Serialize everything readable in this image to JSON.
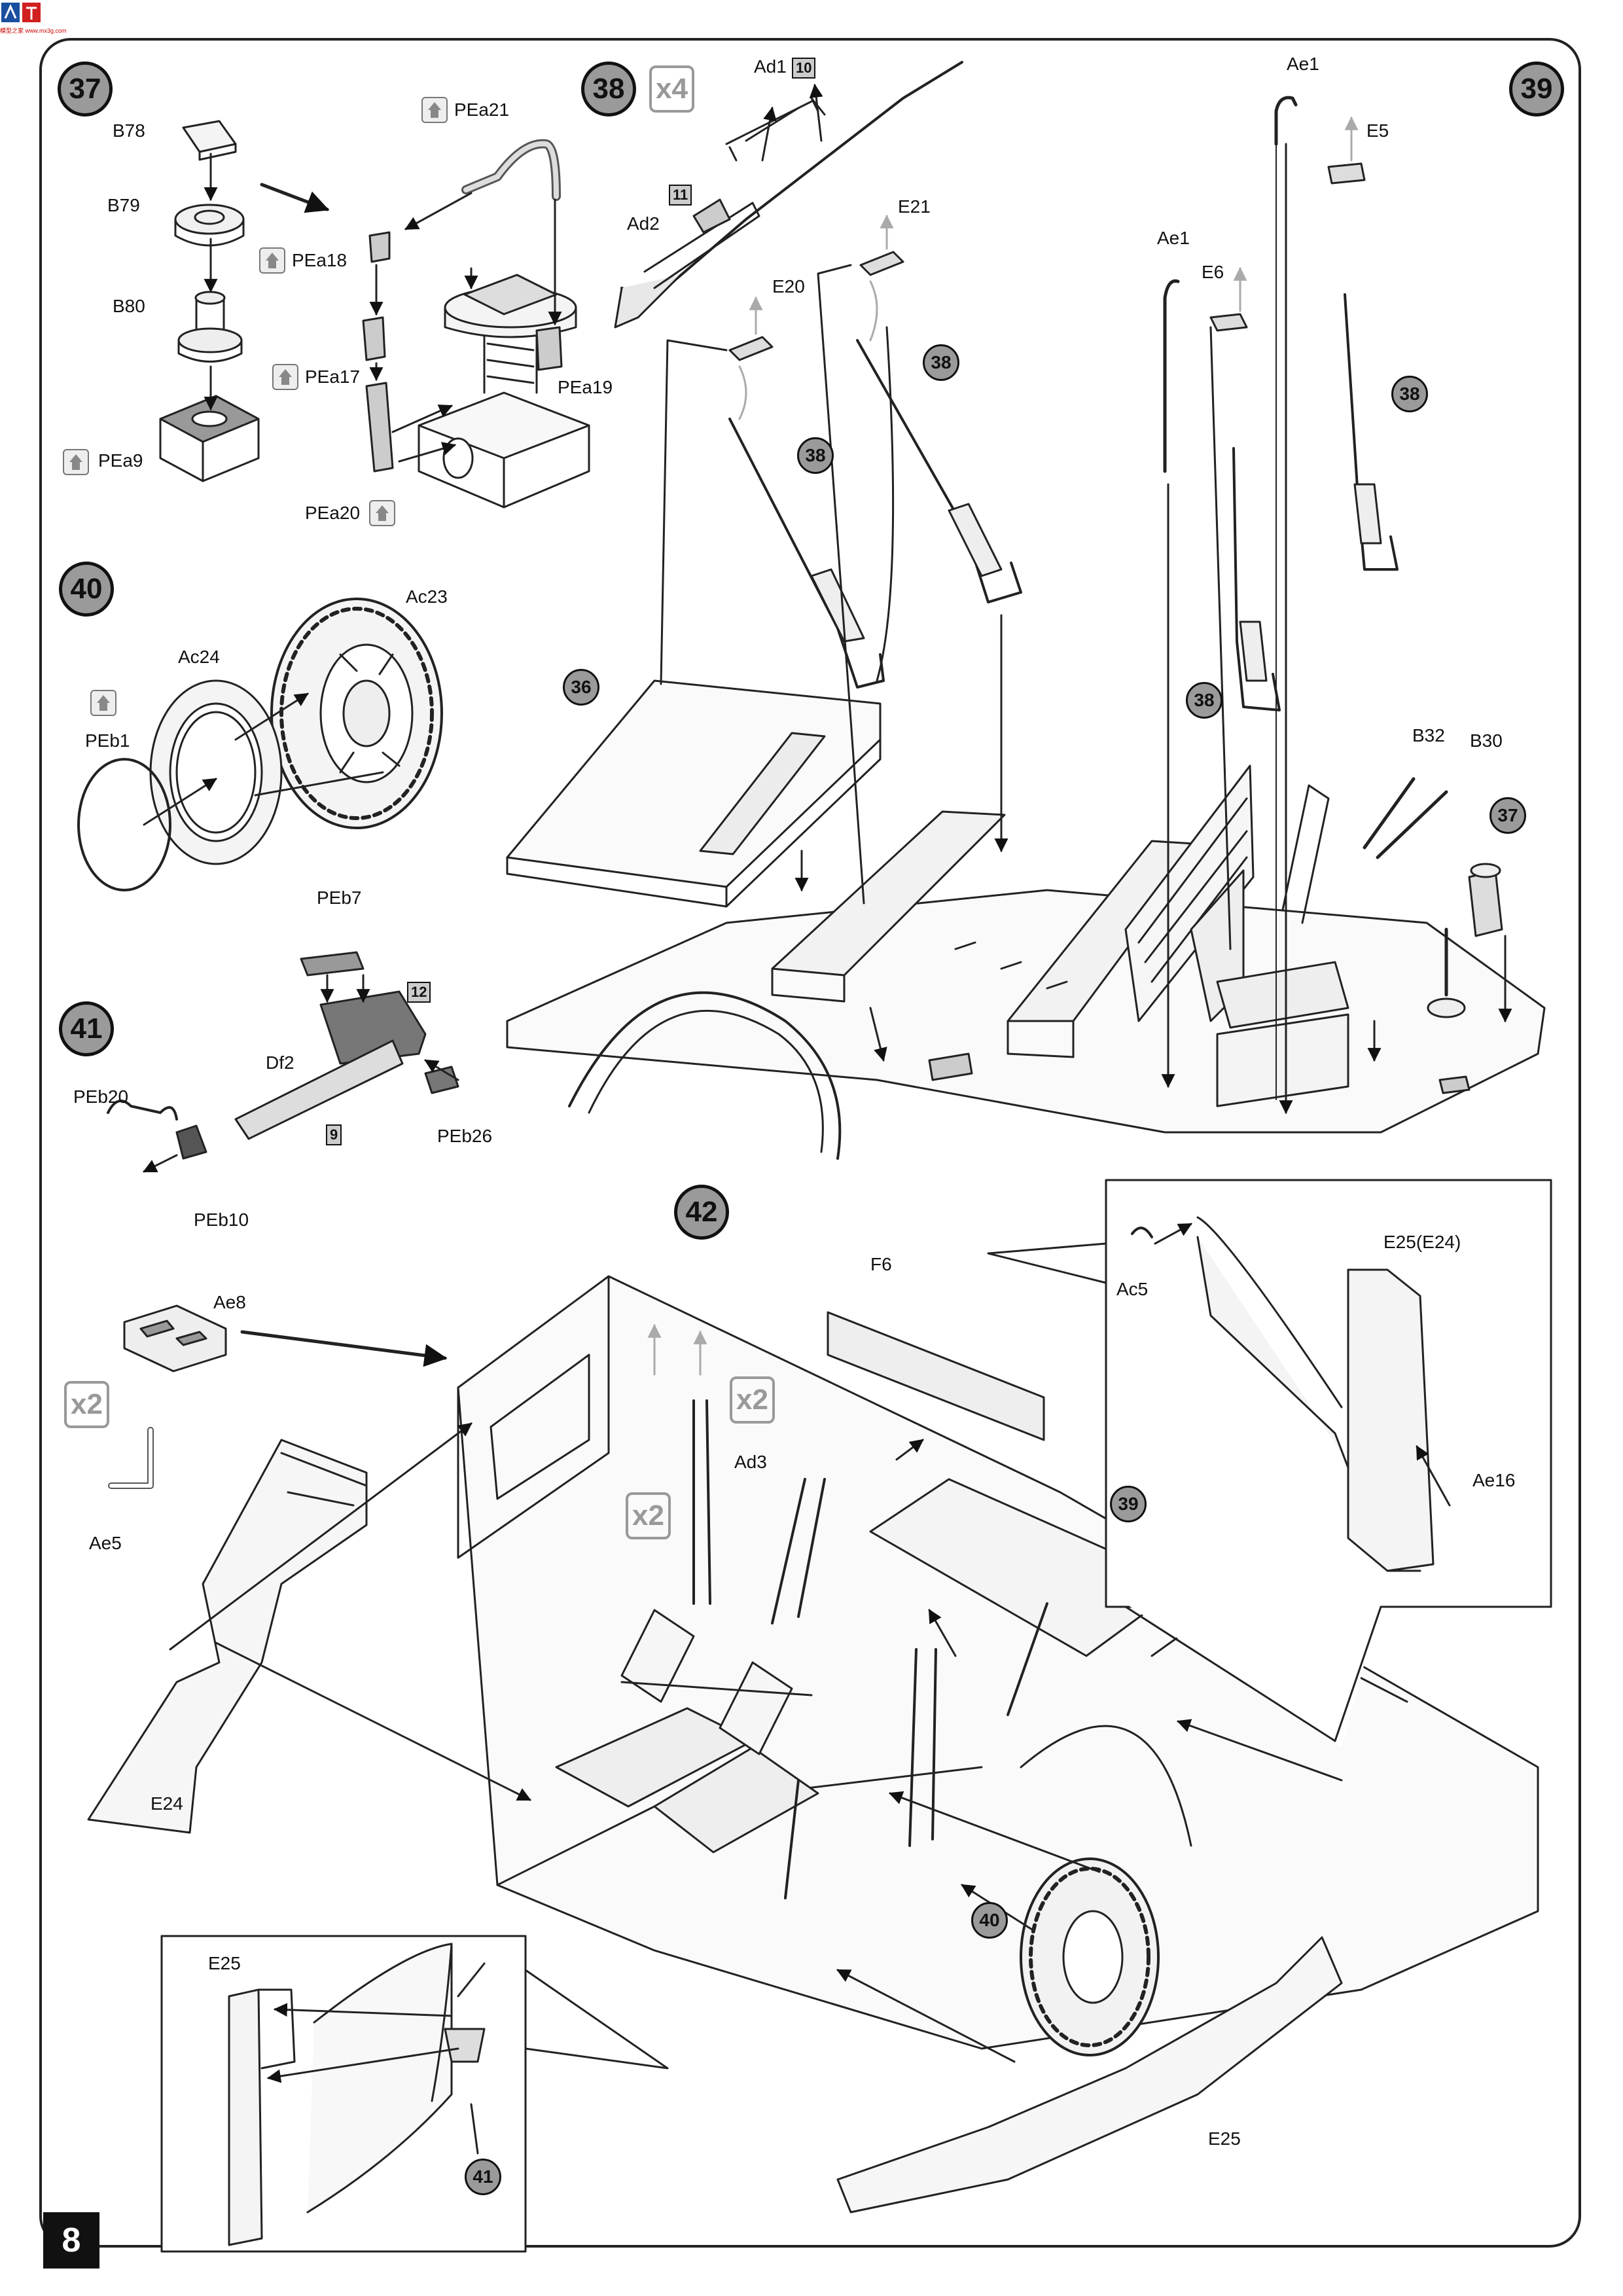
{
  "header": {
    "logo_text": "模型之家 www.mx3g.com"
  },
  "page_number": "8",
  "steps": {
    "s37": "37",
    "s38": "38",
    "s39": "39",
    "s40": "40",
    "s41": "41",
    "s42": "42"
  },
  "multipliers": {
    "m38": "x4",
    "m42a": "x2",
    "m42b": "x2",
    "m42c": "x2"
  },
  "part_boxes": {
    "ad1": "10",
    "ad2": "11",
    "df2_a": "12",
    "df2_b": "9"
  },
  "refs": {
    "r38a": "38",
    "r38b": "38",
    "r38c": "38",
    "r38d": "38",
    "r36": "36",
    "r37": "37",
    "r39": "39",
    "r40": "40",
    "r41": "41"
  },
  "step37": {
    "b78": "B78",
    "b79": "B79",
    "b80": "B80",
    "pea9": "PEa9",
    "pea21": "PEa21",
    "pea18": "PEa18",
    "pea17": "PEa17",
    "pea19": "PEa19",
    "pea20": "PEa20"
  },
  "step38": {
    "ad1": "Ad1",
    "ad2": "Ad2",
    "e20": "E20",
    "e21": "E21"
  },
  "step39": {
    "ae1_a": "Ae1",
    "e5": "E5",
    "ae1_b": "Ae1",
    "e6": "E6",
    "b32": "B32",
    "b30": "B30"
  },
  "step40": {
    "ac24": "Ac24",
    "ac23": "Ac23",
    "peb1": "PEb1"
  },
  "step41": {
    "peb7": "PEb7",
    "df2": "Df2",
    "peb20": "PEb20",
    "peb26": "PEb26",
    "peb10": "PEb10"
  },
  "step42": {
    "ae8": "Ae8",
    "ae5": "Ae5",
    "e24": "E24",
    "f6": "F6",
    "ad3": "Ad3",
    "ac5": "Ac5",
    "e25e24": "E25(E24)",
    "ae16": "Ae16",
    "e25_inset": "E25",
    "e25": "E25"
  }
}
